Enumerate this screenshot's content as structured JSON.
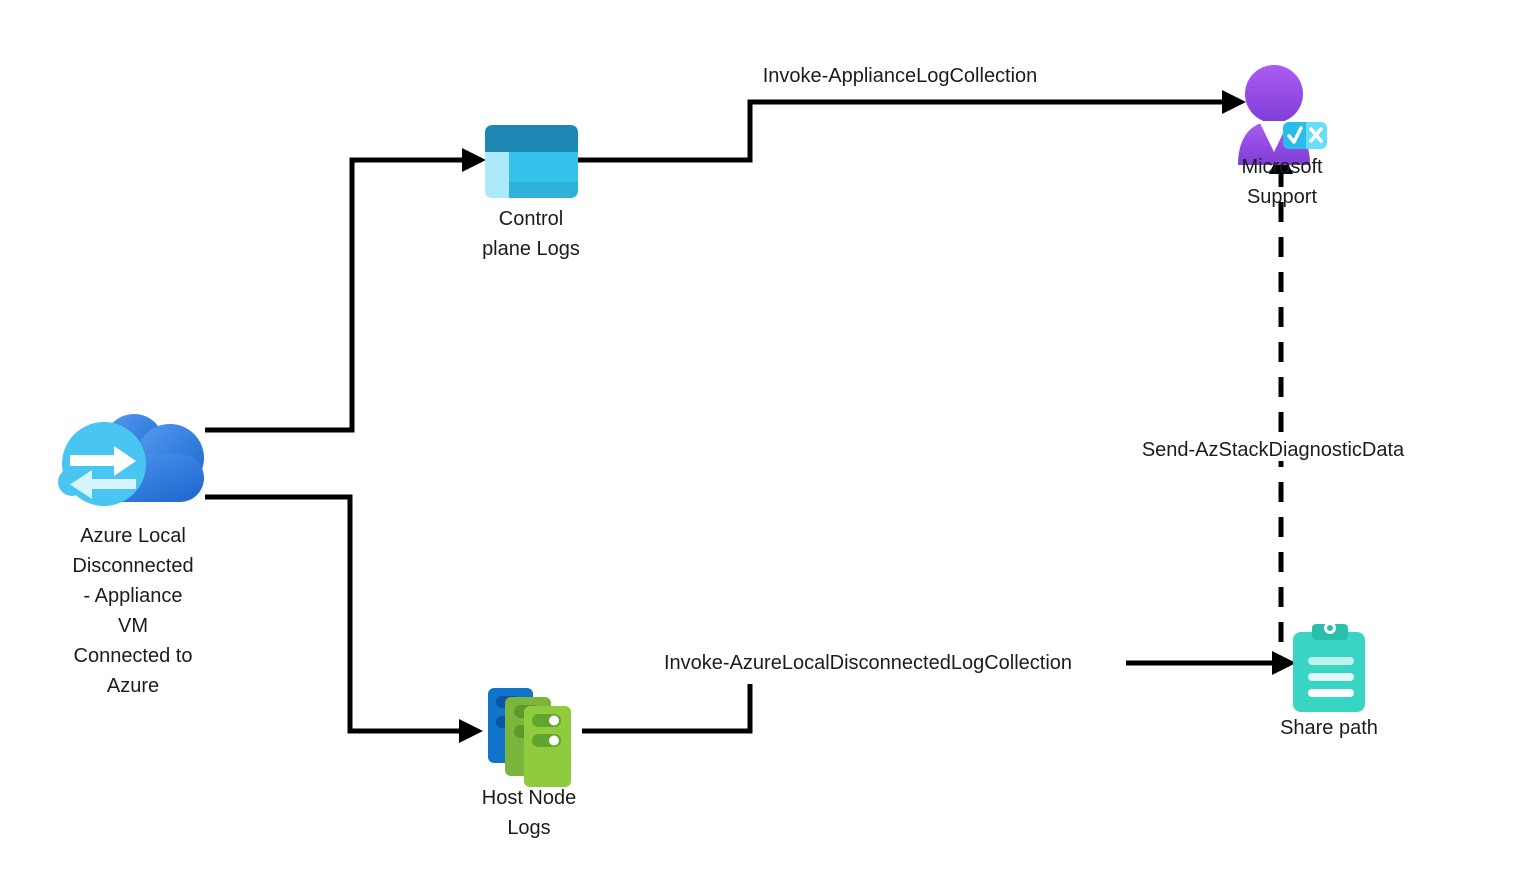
{
  "nodes": {
    "azure_local": {
      "name": "Azure Local Disconnected - Appliance VM Connected to Azure",
      "label_lines": [
        "Azure Local",
        "Disconnected",
        "- Appliance",
        "VM",
        "Connected to",
        "Azure"
      ],
      "icon": "connected-cloud-icon"
    },
    "control_plane": {
      "name": "Control plane Logs",
      "label_lines": [
        "Control",
        "plane Logs"
      ],
      "icon": "window-logs-icon"
    },
    "host_node": {
      "name": "Host Node Logs",
      "label_lines": [
        "Host Node",
        "Logs"
      ],
      "icon": "server-stack-icon"
    },
    "microsoft_support": {
      "name": "Microsoft Support",
      "label_lines": [
        "Microsoft",
        "Support"
      ],
      "icon": "support-person-icon"
    },
    "share_path": {
      "name": "Share path",
      "label_lines": [
        "Share path"
      ],
      "icon": "clipboard-icon"
    }
  },
  "flows": [
    {
      "from": "azure_local",
      "to": "control_plane",
      "style": "solid",
      "label": ""
    },
    {
      "from": "azure_local",
      "to": "host_node",
      "style": "solid",
      "label": ""
    },
    {
      "from": "control_plane",
      "to": "microsoft_support",
      "style": "solid",
      "label": "Invoke-ApplianceLogCollection"
    },
    {
      "from": "host_node",
      "to": "share_path",
      "style": "solid",
      "label": "Invoke-AzureLocalDisconnectedLogCollection"
    },
    {
      "from": "share_path",
      "to": "microsoft_support",
      "style": "dashed",
      "label": "Send-AzStackDiagnosticData"
    }
  ],
  "colors": {
    "line": "#000000",
    "cloud_cyan": "#49C5F1",
    "cloud_arrow_light": "#D7F5FD",
    "window_header": "#1E86B2",
    "window_body": "#34C1EA",
    "window_side": "#ACE9FB",
    "window_footer": "#2EB2D9",
    "server_blue": "#1273CB",
    "server_blue_slot": "#0A55A5",
    "server_green_mid": "#7AB53C",
    "server_green_mid_slot": "#5C9A2B",
    "server_green_front": "#90CB3E",
    "server_green_front_slot": "#61A52F",
    "badge_check_bg": "#28BEE9",
    "badge_x_bg": "#66DFF7",
    "clipboard_teal": "#38D5C4",
    "clipboard_clip": "#2ABFAD"
  }
}
